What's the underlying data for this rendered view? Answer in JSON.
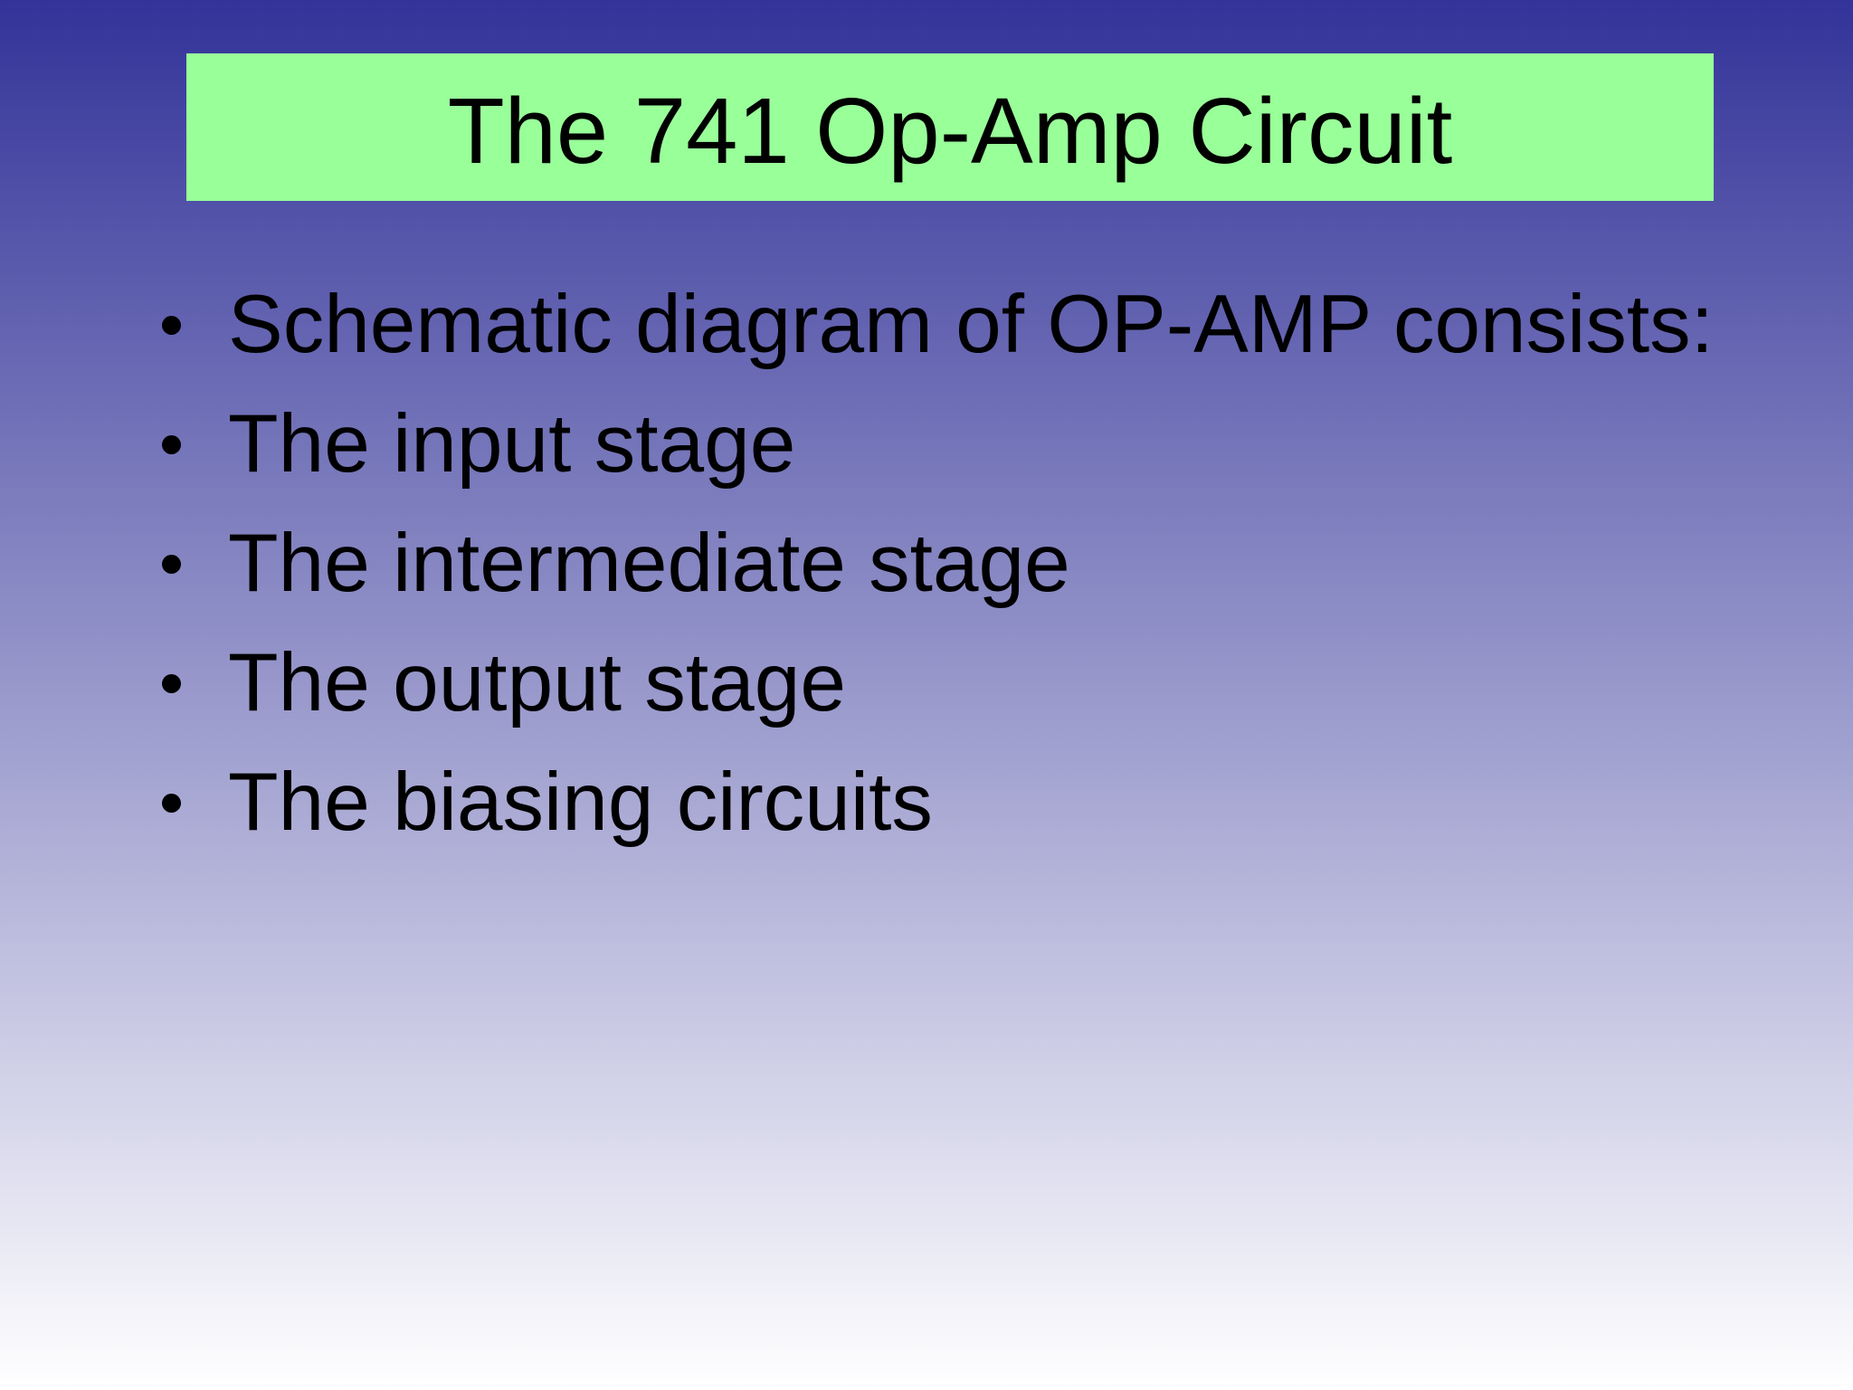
{
  "slide": {
    "title": "The 741 Op-Amp Circuit",
    "bullets": [
      "Schematic diagram of OP-AMP consists:",
      "The input stage",
      "The intermediate stage",
      "The output stage",
      "The biasing circuits"
    ],
    "colors": {
      "background_top": "#333399",
      "background_bottom": "#FFFFFF",
      "title_bar_background": "#99FF99",
      "title_text": "#000000",
      "body_text": "#000000"
    }
  }
}
